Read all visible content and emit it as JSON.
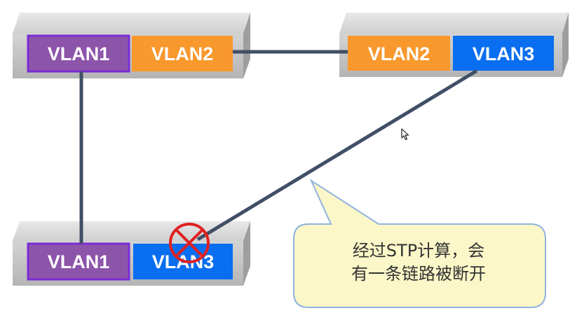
{
  "switches": {
    "top_left": {
      "ports": [
        "VLAN1",
        "VLAN2"
      ]
    },
    "top_right": {
      "ports": [
        "VLAN2",
        "VLAN3"
      ]
    },
    "bottom_left": {
      "ports": [
        "VLAN1",
        "VLAN3"
      ]
    }
  },
  "callout": {
    "line1": "经过STP计算，会",
    "line2": "有一条链路被断开"
  },
  "colors": {
    "vlan1": "#8c55aa",
    "vlan1_border": "#7a2cd6",
    "vlan2": "#f8982d",
    "vlan3": "#0a6ef0",
    "link": "#404f66",
    "blocked_mark": "#e02020",
    "callout_fill": "#fbf7c8",
    "callout_border": "#8fb3de",
    "switch_gray": "#c4c4c4"
  },
  "icons": {
    "blocked": "blocked-link-icon",
    "pointer": "mouse-pointer-icon"
  }
}
